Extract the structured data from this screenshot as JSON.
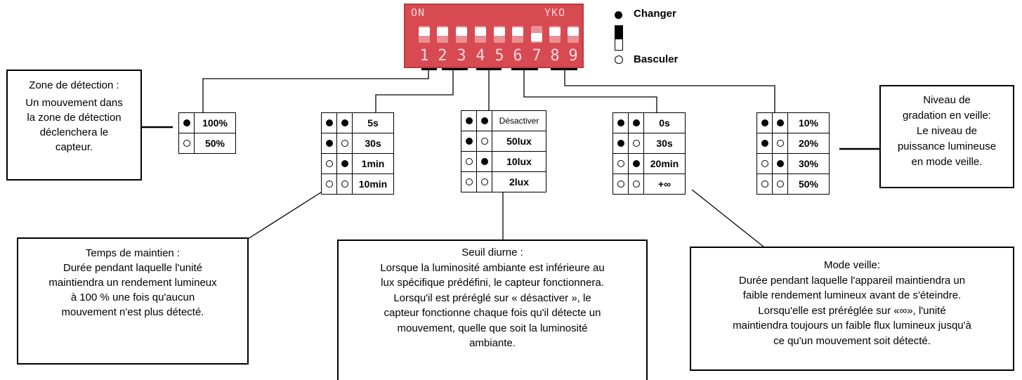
{
  "dip_switch": {
    "on_label": "ON",
    "brand_label": "YKO",
    "numbers": [
      "1",
      "2",
      "3",
      "4",
      "5",
      "6",
      "7",
      "8",
      "9"
    ]
  },
  "legend": {
    "filled_label": "Changer",
    "hollow_label": "Basculer"
  },
  "detection_zone": {
    "title": "Zone de détection :",
    "desc": [
      "Un mouvement dans",
      "la zone de détection",
      "déclenchera le",
      "capteur."
    ],
    "rows": [
      {
        "s": [
          "filled"
        ],
        "value": "100%"
      },
      {
        "s": [
          "hollow"
        ],
        "value": "50%"
      }
    ]
  },
  "hold_time": {
    "title": "Temps de maintien :",
    "desc": [
      "Durée pendant laquelle l'unité",
      "maintiendra un rendement lumineux",
      "à 100 % une fois qu'aucun",
      "mouvement n'est plus détecté."
    ],
    "rows": [
      {
        "s": [
          "filled",
          "filled"
        ],
        "value": "5s"
      },
      {
        "s": [
          "filled",
          "hollow"
        ],
        "value": "30s"
      },
      {
        "s": [
          "hollow",
          "filled"
        ],
        "value": "1min"
      },
      {
        "s": [
          "hollow",
          "hollow"
        ],
        "value": "10min"
      }
    ]
  },
  "daylight": {
    "title": "Seuil diurne :",
    "desc": [
      "Lorsque la luminosité ambiante est inférieure au",
      "lux spécifique prédéfini, le capteur fonctionnera.",
      "Lorsqu'il est préréglé sur « désactiver », le",
      "capteur fonctionne chaque fois qu'il détecte un",
      "mouvement, quelle que soit la luminosité",
      "ambiante."
    ],
    "rows": [
      {
        "s": [
          "filled",
          "filled"
        ],
        "value": "Désactiver"
      },
      {
        "s": [
          "filled",
          "hollow"
        ],
        "value": "50lux"
      },
      {
        "s": [
          "hollow",
          "filled"
        ],
        "value": "10lux"
      },
      {
        "s": [
          "hollow",
          "hollow"
        ],
        "value": "2lux"
      }
    ]
  },
  "standby": {
    "title": "Mode veille:",
    "desc": [
      "Durée pendant laquelle l'appareil maintiendra un",
      "faible rendement lumineux avant de s'éteindre.",
      "Lorsqu'elle est préréglée sur «∞», l'unité",
      "maintiendra toujours un faible flux lumineux jusqu'à",
      "ce qu'un mouvement soit détecté."
    ],
    "rows": [
      {
        "s": [
          "filled",
          "filled"
        ],
        "value": "0s"
      },
      {
        "s": [
          "filled",
          "hollow"
        ],
        "value": "30s"
      },
      {
        "s": [
          "hollow",
          "filled"
        ],
        "value": "20min"
      },
      {
        "s": [
          "hollow",
          "hollow"
        ],
        "value": "+∞"
      }
    ]
  },
  "dim_level": {
    "title": "Niveau de",
    "desc": [
      "gradation en veille:",
      "Le niveau de",
      "puissance lumineuse",
      "en mode veille."
    ],
    "rows": [
      {
        "s": [
          "filled",
          "filled"
        ],
        "value": "10%"
      },
      {
        "s": [
          "filled",
          "hollow"
        ],
        "value": "20%"
      },
      {
        "s": [
          "hollow",
          "filled"
        ],
        "value": "30%"
      },
      {
        "s": [
          "hollow",
          "hollow"
        ],
        "value": "50%"
      }
    ]
  }
}
